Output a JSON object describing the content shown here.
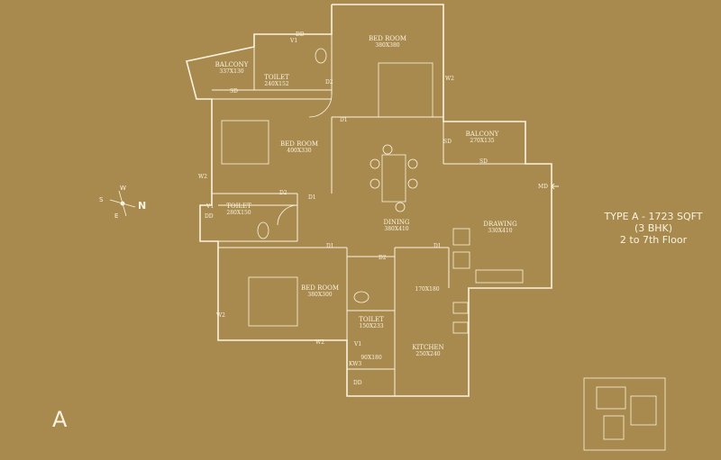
{
  "rooms": [
    {
      "key": "bed1",
      "name": "BED ROOM",
      "dim": "380X380"
    },
    {
      "key": "bed2",
      "name": "BED ROOM",
      "dim": "400X330"
    },
    {
      "key": "bed3",
      "name": "BED ROOM",
      "dim": "380X300"
    },
    {
      "key": "toilet1",
      "name": "TOILET",
      "dim": "240X152"
    },
    {
      "key": "toilet2",
      "name": "TOILET",
      "dim": "280X150"
    },
    {
      "key": "toilet3",
      "name": "TOILET",
      "dim": "150X233"
    },
    {
      "key": "balcony1",
      "name": "BALCONY",
      "dim": "337X130"
    },
    {
      "key": "balcony2",
      "name": "BALCONY",
      "dim": "270X135"
    },
    {
      "key": "dining",
      "name": "DINING",
      "dim": "380X410"
    },
    {
      "key": "drawing",
      "name": "DRAWING",
      "dim": "330X410"
    },
    {
      "key": "kitchen",
      "name": "KITCHEN",
      "dim": "250X240"
    },
    {
      "key": "utility",
      "name": "",
      "dim": "170X180"
    },
    {
      "key": "store",
      "name": "",
      "dim": "90X180"
    }
  ],
  "tags": {
    "dd1": "DD",
    "v1a": "V1",
    "d2a": "D2",
    "w2a": "W2",
    "sd1": "SD",
    "d1a": "D1",
    "sd2": "SD",
    "sd3": "SD",
    "md": "MD",
    "w2b": "W2",
    "v1b": "V1",
    "dd2": "DD",
    "d2b": "D2",
    "d1b": "D1",
    "d1c": "D1",
    "d1d": "D1",
    "d2c": "D2",
    "w2c": "W2",
    "w2d": "W2",
    "v1c": "V1",
    "kw3": "KW3",
    "dd3": "DD"
  },
  "compass": {
    "n": "N",
    "s": "S",
    "w": "W",
    "e": "E"
  },
  "type_info": {
    "line1": "TYPE A - 1723 SQFT",
    "line2": "(3 BHK)",
    "line3": "2 to 7th Floor"
  },
  "block_letter": "A",
  "colors": {
    "background": "#a88a4f",
    "ink": "#fbf3df"
  }
}
